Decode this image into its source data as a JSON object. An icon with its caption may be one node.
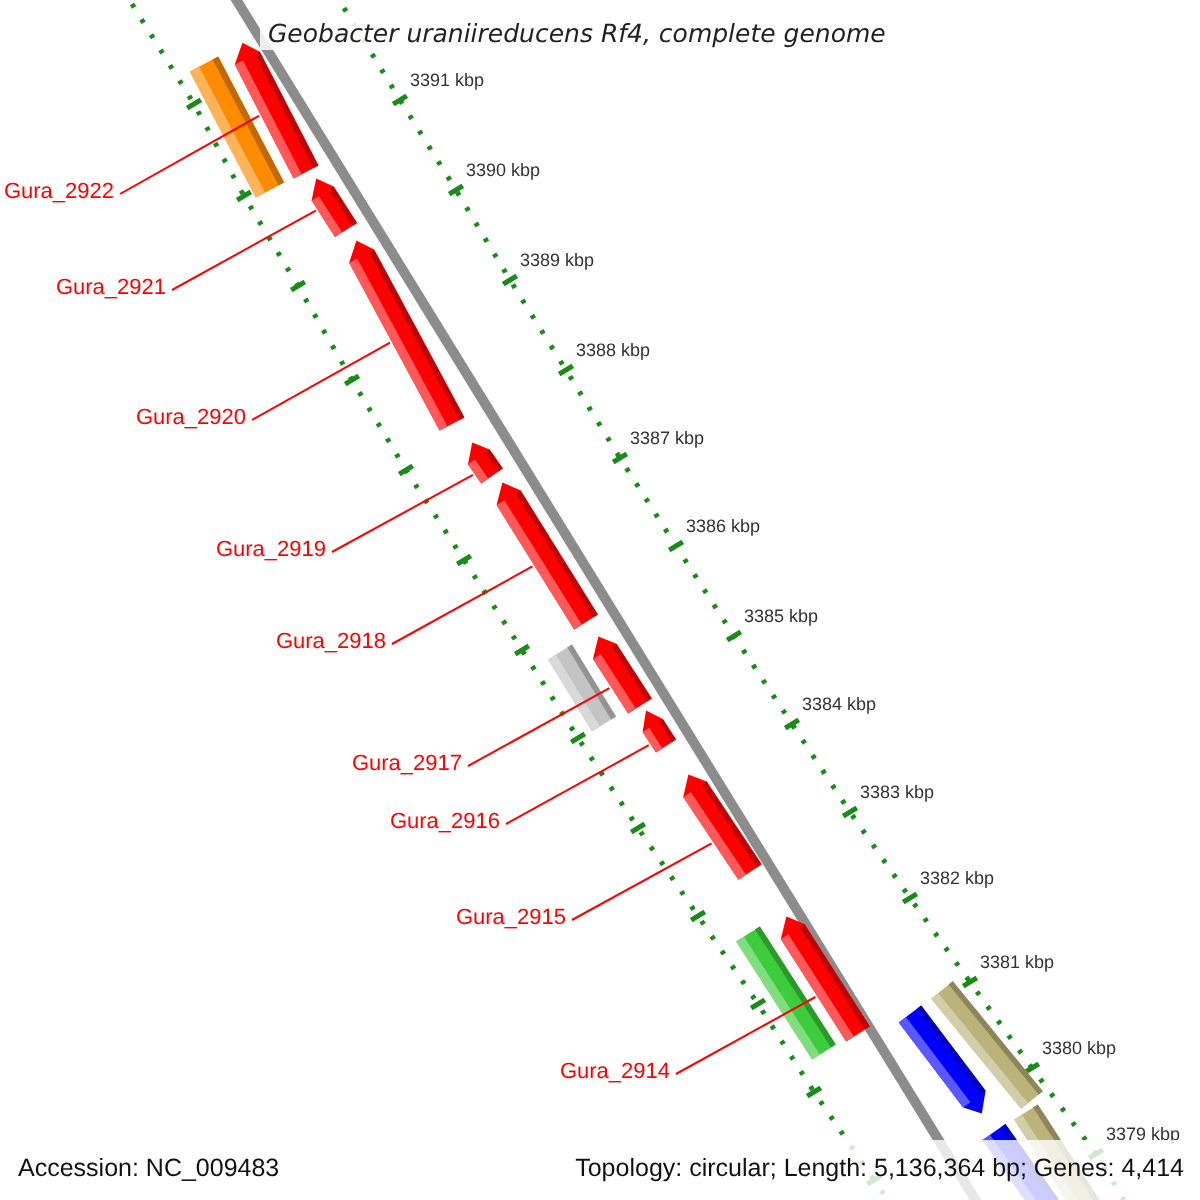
{
  "diagram": {
    "title": "Geobacter uraniireducens Rf4, complete genome",
    "nodes": [
      {
        "text": [
          "Gura_2922"
        ]
      },
      {
        "text": [
          "Gura_2921"
        ]
      },
      {
        "text": [
          "Gura_2920"
        ]
      },
      {
        "text": [
          "Gura_2919"
        ]
      },
      {
        "text": [
          "Gura_2918"
        ]
      },
      {
        "text": [
          "Gura_2917"
        ]
      },
      {
        "text": [
          "Gura_2916"
        ]
      },
      {
        "text": [
          "Gura_2915"
        ]
      },
      {
        "text": [
          "Gura_2914"
        ]
      },
      {
        "text": [],
        "shape": "arrow"
      },
      {
        "text": [],
        "shape": "bar"
      },
      {
        "text": [],
        "shape": "arrow"
      },
      {
        "text": [],
        "shape": "arrow"
      },
      {
        "text": [],
        "shape": "arrow"
      },
      {
        "text": [],
        "shape": "arrow"
      },
      {
        "text": [],
        "shape": "arrow"
      },
      {
        "text": [],
        "shape": "bar"
      },
      {
        "text": [],
        "shape": "arrow"
      },
      {
        "text": [],
        "shape": "arrow"
      },
      {
        "text": [],
        "shape": "arrow"
      },
      {
        "text": [],
        "shape": "bar"
      },
      {
        "text": [],
        "shape": "bar"
      },
      {
        "text": [],
        "shape": "arrow"
      },
      {
        "text": [],
        "shape": "bar"
      },
      {
        "text": [],
        "shape": "arrow"
      }
    ],
    "edges": [
      {
        "from": 0,
        "to": 9,
        "arrow": "none"
      },
      {
        "from": 1,
        "to": 11,
        "arrow": "none"
      },
      {
        "from": 2,
        "to": 12,
        "arrow": "none"
      },
      {
        "from": 3,
        "to": 13,
        "arrow": "none"
      },
      {
        "from": 4,
        "to": 14,
        "arrow": "none"
      },
      {
        "from": 5,
        "to": 15,
        "arrow": "none"
      },
      {
        "from": 6,
        "to": 17,
        "arrow": "none"
      },
      {
        "from": 7,
        "to": 18,
        "arrow": "none"
      },
      {
        "from": 8,
        "to": 19,
        "arrow": "none"
      }
    ],
    "labels": [
      "3391 kbp",
      "3390 kbp",
      "3389 kbp",
      "3388 kbp",
      "3387 kbp",
      "3386 kbp",
      "3385 kbp",
      "3384 kbp",
      "3383 kbp",
      "3382 kbp",
      "3381 kbp",
      "3380 kbp",
      "3379 kbp",
      "Accession: NC_009483",
      "Topology: circular; Length: 5,136,364 bp; Genes: 4,414"
    ]
  }
}
